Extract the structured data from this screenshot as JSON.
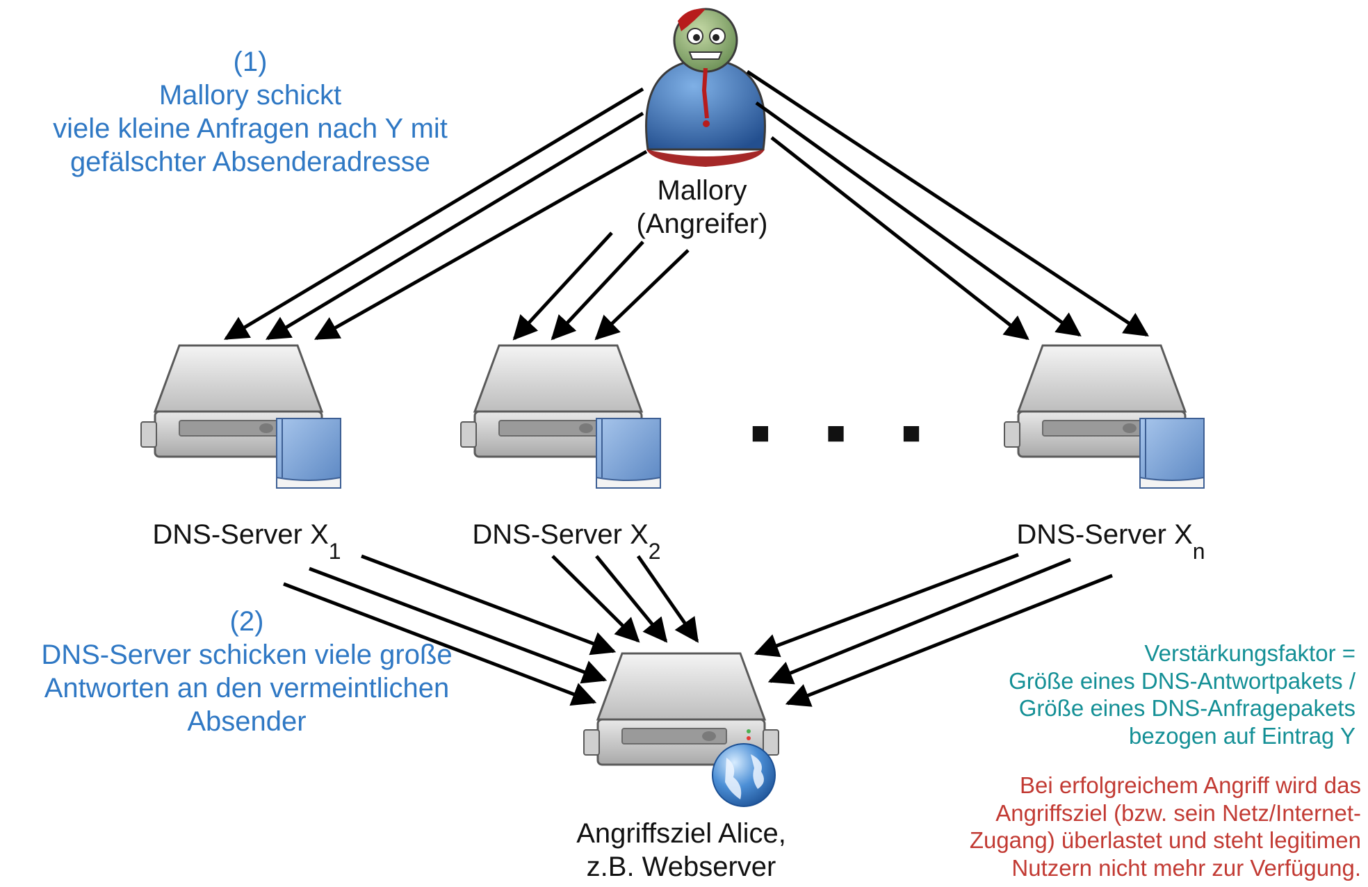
{
  "attacker": {
    "name": "Mallory",
    "role": "(Angreifer)",
    "icon": "zombie-attacker-icon"
  },
  "servers": [
    {
      "label": "DNS-Server X",
      "subscript": "1",
      "icon": "dns-server-icon"
    },
    {
      "label": "DNS-Server X",
      "subscript": "2",
      "icon": "dns-server-icon"
    },
    {
      "label": "DNS-Server X",
      "subscript": "n",
      "icon": "dns-server-icon"
    }
  ],
  "ellipsis": "■ ■ ■",
  "target": {
    "line1": "Angriffsziel Alice,",
    "line2": "z.B. Webserver",
    "icon": "web-server-globe-icon"
  },
  "step1": {
    "number": "(1)",
    "lines": [
      "Mallory schickt",
      "viele kleine Anfragen nach Y mit",
      "gefälschter Absenderadresse"
    ]
  },
  "step2": {
    "number": "(2)",
    "lines": [
      "DNS-Server schicken viele große",
      "Antworten an den vermeintlichen",
      "Absender"
    ]
  },
  "amplification": {
    "lines": [
      "Verstärkungsfaktor =",
      "Größe eines DNS-Antwortpakets /",
      "Größe eines DNS-Anfragepakets",
      "bezogen auf Eintrag Y"
    ]
  },
  "consequence": {
    "lines": [
      "Bei erfolgreichem Angriff wird das",
      "Angriffsziel (bzw. sein Netz/Internet-",
      "Zugang) überlastet und steht legitimen",
      "Nutzern nicht mehr zur Verfügung."
    ]
  },
  "colors": {
    "step": "#2f78c4",
    "amplification": "#138f95",
    "consequence": "#c23a33",
    "arrow": "#000000"
  }
}
